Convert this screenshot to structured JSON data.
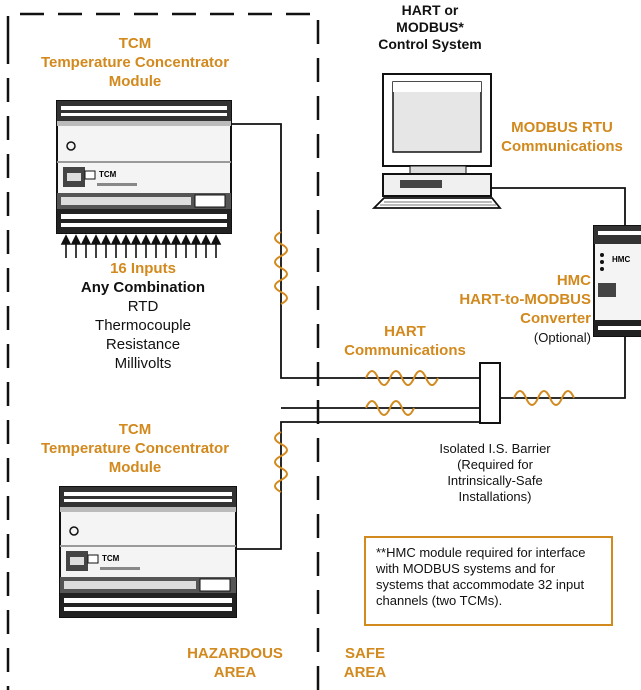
{
  "zone_labels": {
    "hazardous": "HAZARDOUS\nAREA",
    "safe": "SAFE\nAREA"
  },
  "control_system": {
    "label": "HART or\nMODBUS*\nControl System"
  },
  "modbus_comm": {
    "label": "MODBUS RTU\nCommunications"
  },
  "tcm_top": {
    "title": "TCM\nTemperature Concentrator\nModule",
    "device_label": "TCM"
  },
  "inputs": {
    "heading": "16 Inputs",
    "subheading": "Any Combination",
    "types": [
      "RTD",
      "Thermocouple",
      "Resistance",
      "Millivolts"
    ]
  },
  "tcm_bottom": {
    "title": "TCM\nTemperature Concentrator\nModule",
    "device_label": "TCM"
  },
  "hmc": {
    "title": "HMC\nHART-to-MODBUS\nConverter",
    "optional": "(Optional)",
    "device_label": "HMC"
  },
  "hart_comm": {
    "label": "HART\nCommunications"
  },
  "barrier": {
    "label": "Isolated I.S. Barrier\n(Required for\nIntrinsically-Safe\nInstallations)"
  },
  "note": {
    "text": "**HMC module required for interface with MODBUS systems and for systems that accommodate 32 input channels (two TCMs)."
  },
  "colors": {
    "accent": "#d2891d",
    "line": "#111111"
  }
}
